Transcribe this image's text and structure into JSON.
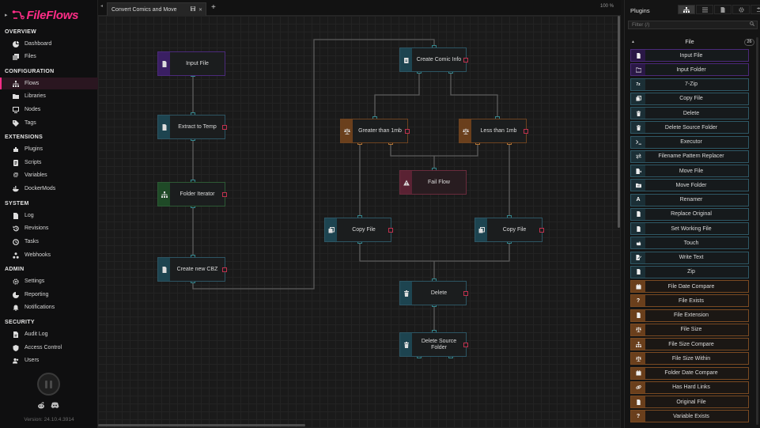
{
  "brand": {
    "name": "FileFlows"
  },
  "sidebar": {
    "sections": [
      {
        "title": "OVERVIEW",
        "items": [
          {
            "label": "Dashboard",
            "icon": "dashboard-icon"
          },
          {
            "label": "Files",
            "icon": "files-icon"
          }
        ]
      },
      {
        "title": "CONFIGURATION",
        "items": [
          {
            "label": "Flows",
            "icon": "flows-icon",
            "active": true
          },
          {
            "label": "Libraries",
            "icon": "libraries-icon"
          },
          {
            "label": "Nodes",
            "icon": "nodes-icon"
          },
          {
            "label": "Tags",
            "icon": "tags-icon"
          }
        ]
      },
      {
        "title": "EXTENSIONS",
        "items": [
          {
            "label": "Plugins",
            "icon": "plugins-icon"
          },
          {
            "label": "Scripts",
            "icon": "scripts-icon"
          },
          {
            "label": "Variables",
            "icon": "variables-icon"
          },
          {
            "label": "DockerMods",
            "icon": "docker-icon"
          }
        ]
      },
      {
        "title": "SYSTEM",
        "items": [
          {
            "label": "Log",
            "icon": "log-icon"
          },
          {
            "label": "Revisions",
            "icon": "revisions-icon"
          },
          {
            "label": "Tasks",
            "icon": "tasks-icon"
          },
          {
            "label": "Webhooks",
            "icon": "webhooks-icon"
          }
        ]
      },
      {
        "title": "ADMIN",
        "items": [
          {
            "label": "Settings",
            "icon": "settings-icon"
          },
          {
            "label": "Reporting",
            "icon": "reporting-icon"
          },
          {
            "label": "Notifications",
            "icon": "notifications-icon"
          }
        ]
      },
      {
        "title": "SECURITY",
        "items": [
          {
            "label": "Audit Log",
            "icon": "audit-icon"
          },
          {
            "label": "Access Control",
            "icon": "access-icon"
          },
          {
            "label": "Users",
            "icon": "users-icon"
          }
        ]
      }
    ],
    "version": "Version: 24.10.4.3914"
  },
  "tabs": {
    "active_label": "Convert Comics and Move",
    "zoom": "100 %"
  },
  "flow": {
    "nodes": [
      {
        "id": "input-file",
        "label": "Input File",
        "type": "input",
        "icon": "file-icon"
      },
      {
        "id": "extract-to-temp",
        "label": "Extract to Temp",
        "type": "process",
        "icon": "file-icon"
      },
      {
        "id": "folder-iterator",
        "label": "Folder Iterator",
        "type": "logic",
        "icon": "sitemap-icon"
      },
      {
        "id": "create-new-cbz",
        "label": "Create new CBZ",
        "type": "process",
        "icon": "file-icon"
      },
      {
        "id": "create-comic-info",
        "label": "Create Comic Info",
        "type": "process",
        "icon": "book-icon"
      },
      {
        "id": "greater-than-1mb",
        "label": "Greater than 1mb",
        "type": "cond",
        "icon": "balance-icon"
      },
      {
        "id": "less-than-1mb",
        "label": "Less than 1mb",
        "type": "cond",
        "icon": "balance-icon"
      },
      {
        "id": "fail-flow",
        "label": "Fail Flow",
        "type": "fail",
        "icon": "warning-icon"
      },
      {
        "id": "copy-file-left",
        "label": "Copy File",
        "type": "process",
        "icon": "copy-icon"
      },
      {
        "id": "copy-file-right",
        "label": "Copy File",
        "type": "process",
        "icon": "copy-icon"
      },
      {
        "id": "delete",
        "label": "Delete",
        "type": "process",
        "icon": "trash-icon"
      },
      {
        "id": "delete-source-folder",
        "label": "Delete Source Folder",
        "type": "process",
        "icon": "trash-icon"
      }
    ]
  },
  "plugins_panel": {
    "title": "Plugins",
    "filter_placeholder": "Filter (/)",
    "group": {
      "name": "File",
      "count": "26"
    },
    "items": [
      {
        "label": "Input File",
        "type": "input",
        "icon": "file-icon"
      },
      {
        "label": "Input Folder",
        "type": "input",
        "icon": "folder-icon"
      },
      {
        "label": "7-Zip",
        "type": "process",
        "icon": "zip7-icon"
      },
      {
        "label": "Copy File",
        "type": "process",
        "icon": "copy-icon"
      },
      {
        "label": "Delete",
        "type": "process",
        "icon": "trash-icon"
      },
      {
        "label": "Delete Source Folder",
        "type": "process",
        "icon": "trash-icon"
      },
      {
        "label": "Executor",
        "type": "process",
        "icon": "terminal-icon"
      },
      {
        "label": "Filename Pattern Replacer",
        "type": "process",
        "icon": "swap-icon"
      },
      {
        "label": "Move File",
        "type": "process",
        "icon": "move-file-icon"
      },
      {
        "label": "Move Folder",
        "type": "process",
        "icon": "move-folder-icon"
      },
      {
        "label": "Renamer",
        "type": "process",
        "icon": "font-icon"
      },
      {
        "label": "Replace Original",
        "type": "process",
        "icon": "file-icon"
      },
      {
        "label": "Set Working File",
        "type": "process",
        "icon": "file-icon"
      },
      {
        "label": "Touch",
        "type": "process",
        "icon": "hand-icon"
      },
      {
        "label": "Write Text",
        "type": "process",
        "icon": "write-icon"
      },
      {
        "label": "Zip",
        "type": "process",
        "icon": "file-icon"
      },
      {
        "label": "File Date Compare",
        "type": "cond",
        "icon": "calendar-icon"
      },
      {
        "label": "File Exists",
        "type": "cond",
        "icon": "question-icon"
      },
      {
        "label": "File Extension",
        "type": "cond",
        "icon": "file-icon"
      },
      {
        "label": "File Size",
        "type": "cond",
        "icon": "balance-icon"
      },
      {
        "label": "File Size Compare",
        "type": "cond",
        "icon": "sitemap-icon"
      },
      {
        "label": "File Size Within",
        "type": "cond",
        "icon": "balance-icon"
      },
      {
        "label": "Folder Date Compare",
        "type": "cond",
        "icon": "calendar-icon"
      },
      {
        "label": "Has Hard Links",
        "type": "cond",
        "icon": "link-icon"
      },
      {
        "label": "Original File",
        "type": "cond",
        "icon": "file-icon"
      },
      {
        "label": "Variable Exists",
        "type": "cond",
        "icon": "question-icon"
      }
    ]
  }
}
